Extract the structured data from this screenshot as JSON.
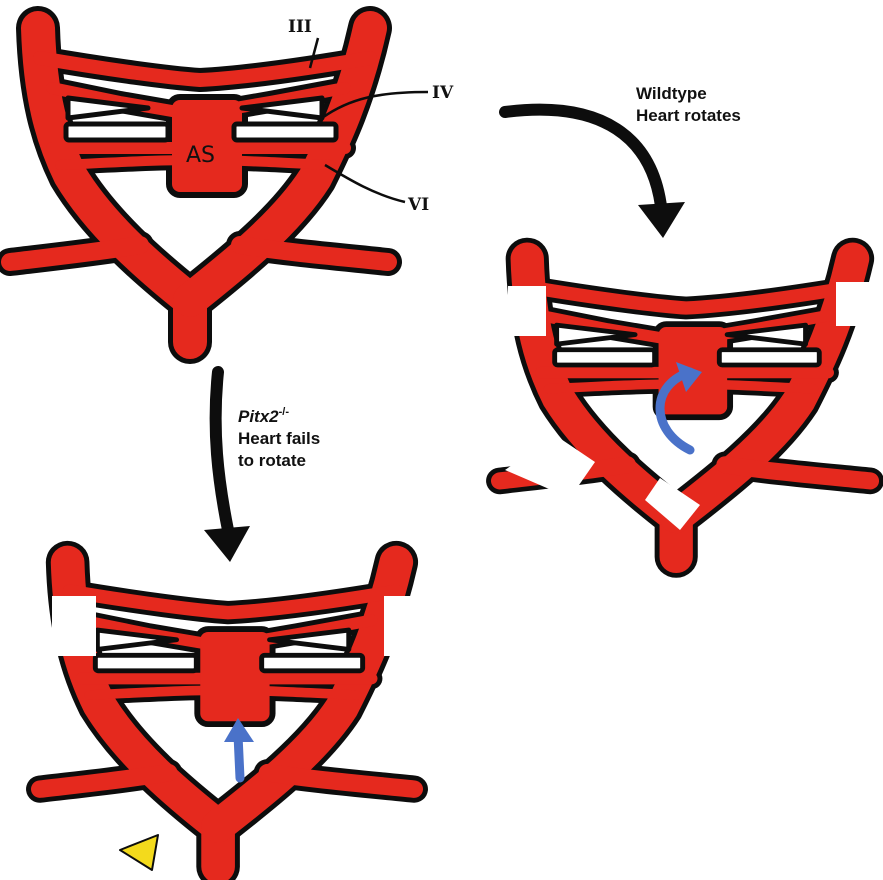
{
  "figure": {
    "colors": {
      "vessel": "#e5291e",
      "outline": "#0d0d0d",
      "arrow_rotation": "#4a72c9",
      "marker": "#f3da1c",
      "background": "#ffffff"
    },
    "top_diagram": {
      "arch_labels": [
        "III",
        "IV",
        "VI"
      ],
      "sac_label": "AS"
    },
    "wildtype": {
      "label_line1": "Wildtype",
      "label_line2": "Heart rotates"
    },
    "mutant": {
      "label_gene": "Pitx2",
      "label_superscript": "-/-",
      "label_line2": "Heart fails",
      "label_line3": "to rotate"
    },
    "icons": {
      "rotation_arrow": "curved-arrow-icon",
      "straight_arrow": "up-arrow-icon",
      "marker": "triangle-marker-icon"
    }
  }
}
